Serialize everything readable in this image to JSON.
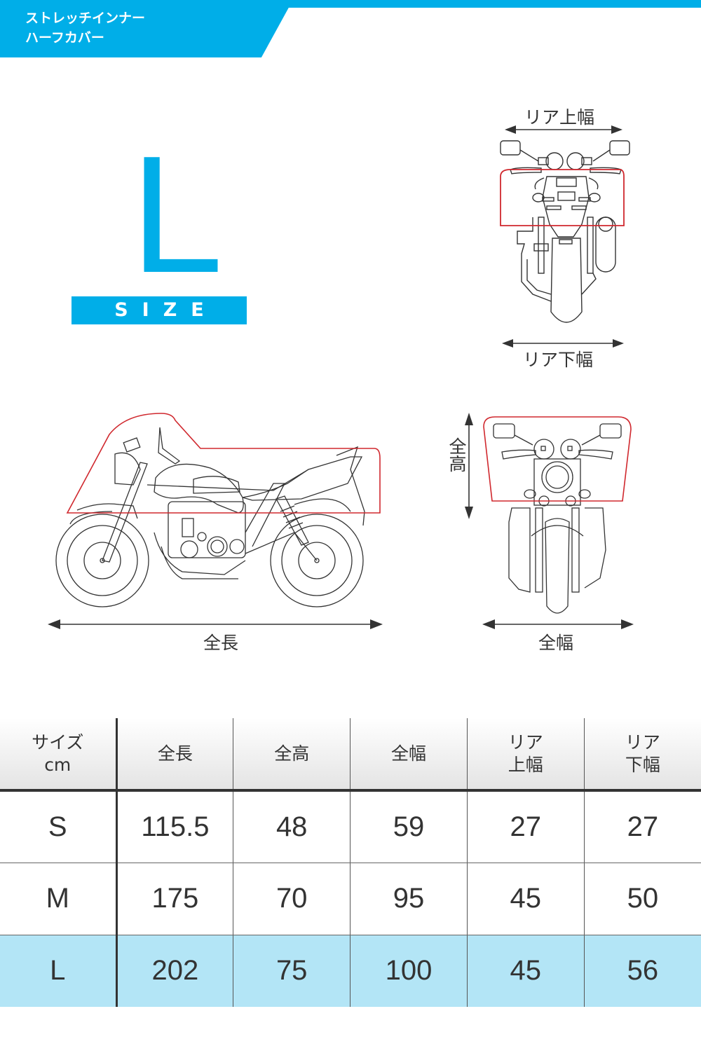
{
  "banner": {
    "title": "ストレッチインナー\nハーフカバー",
    "color": "#00aee8"
  },
  "size_badge": {
    "letter": "L",
    "label": "SIZE"
  },
  "diagrams": {
    "rear_view": {
      "top_label": "リア上幅",
      "bottom_label": "リア下幅"
    },
    "side_view": {
      "length_label": "全長"
    },
    "front_view": {
      "height_label": "全高",
      "width_label": "全幅"
    },
    "cover_outline_color": "#d0282e"
  },
  "table": {
    "headers": [
      "サイズ\ncm",
      "全長",
      "全高",
      "全幅",
      "リア\n上幅",
      "リア\n下幅"
    ],
    "rows": [
      {
        "size": "S",
        "length": "115.5",
        "height": "48",
        "width": "59",
        "rear_top": "27",
        "rear_bottom": "27"
      },
      {
        "size": "M",
        "length": "175",
        "height": "70",
        "width": "95",
        "rear_top": "45",
        "rear_bottom": "50"
      },
      {
        "size": "L",
        "length": "202",
        "height": "75",
        "width": "100",
        "rear_top": "45",
        "rear_bottom": "56"
      }
    ],
    "highlight_row": "L",
    "highlight_color": "#b3e5f6"
  }
}
